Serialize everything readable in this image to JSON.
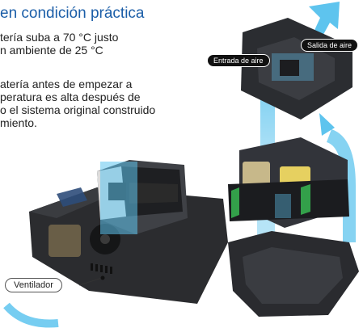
{
  "heading": "en condición práctica",
  "paragraph1": {
    "line1": "tería suba  a 70 °C  justo",
    "line2": "n ambiente de 25 °C"
  },
  "paragraph2": {
    "line1": "atería antes de empezar a",
    "line2": "peratura es alta después de",
    "line3": "o el sistema original construido",
    "line4": "miento."
  },
  "labels": {
    "air_out": "Salida de aire",
    "air_in": "Entrada de aire",
    "fan": "Ventilador"
  },
  "colors": {
    "heading": "#1b5ea8",
    "airflow": "#5ec4ee"
  }
}
